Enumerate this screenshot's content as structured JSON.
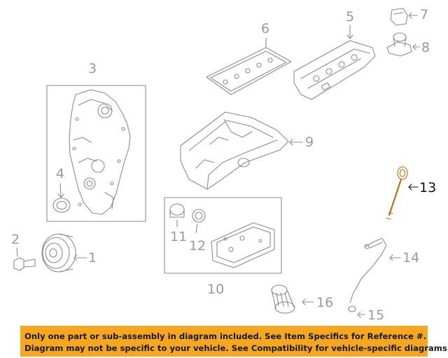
{
  "diagram": {
    "callouts": [
      {
        "id": "1",
        "label": "1",
        "active": false
      },
      {
        "id": "2",
        "label": "2",
        "active": false
      },
      {
        "id": "3",
        "label": "3",
        "active": false
      },
      {
        "id": "4",
        "label": "4",
        "active": false
      },
      {
        "id": "5",
        "label": "5",
        "active": false
      },
      {
        "id": "6",
        "label": "6",
        "active": false
      },
      {
        "id": "7",
        "label": "7",
        "active": false
      },
      {
        "id": "8",
        "label": "8",
        "active": false
      },
      {
        "id": "9",
        "label": "9",
        "active": false
      },
      {
        "id": "10",
        "label": "10",
        "active": false
      },
      {
        "id": "11",
        "label": "11",
        "active": false
      },
      {
        "id": "12",
        "label": "12",
        "active": false
      },
      {
        "id": "13",
        "label": "13",
        "active": true
      },
      {
        "id": "14",
        "label": "14",
        "active": false
      },
      {
        "id": "15",
        "label": "15",
        "active": false
      },
      {
        "id": "16",
        "label": "16",
        "active": false
      }
    ],
    "colors": {
      "line": "#8c8c8c",
      "active_part": "#b8731a",
      "active_text": "#111111",
      "banner": "#f5a623"
    }
  },
  "banner": {
    "line1": "Only one part or sub-assembly in diagram included. See Item Specifics for Reference #.",
    "line2": "Diagram may not be specific to your vehicle. See Compatibility for vehicle-specific diagrams."
  }
}
